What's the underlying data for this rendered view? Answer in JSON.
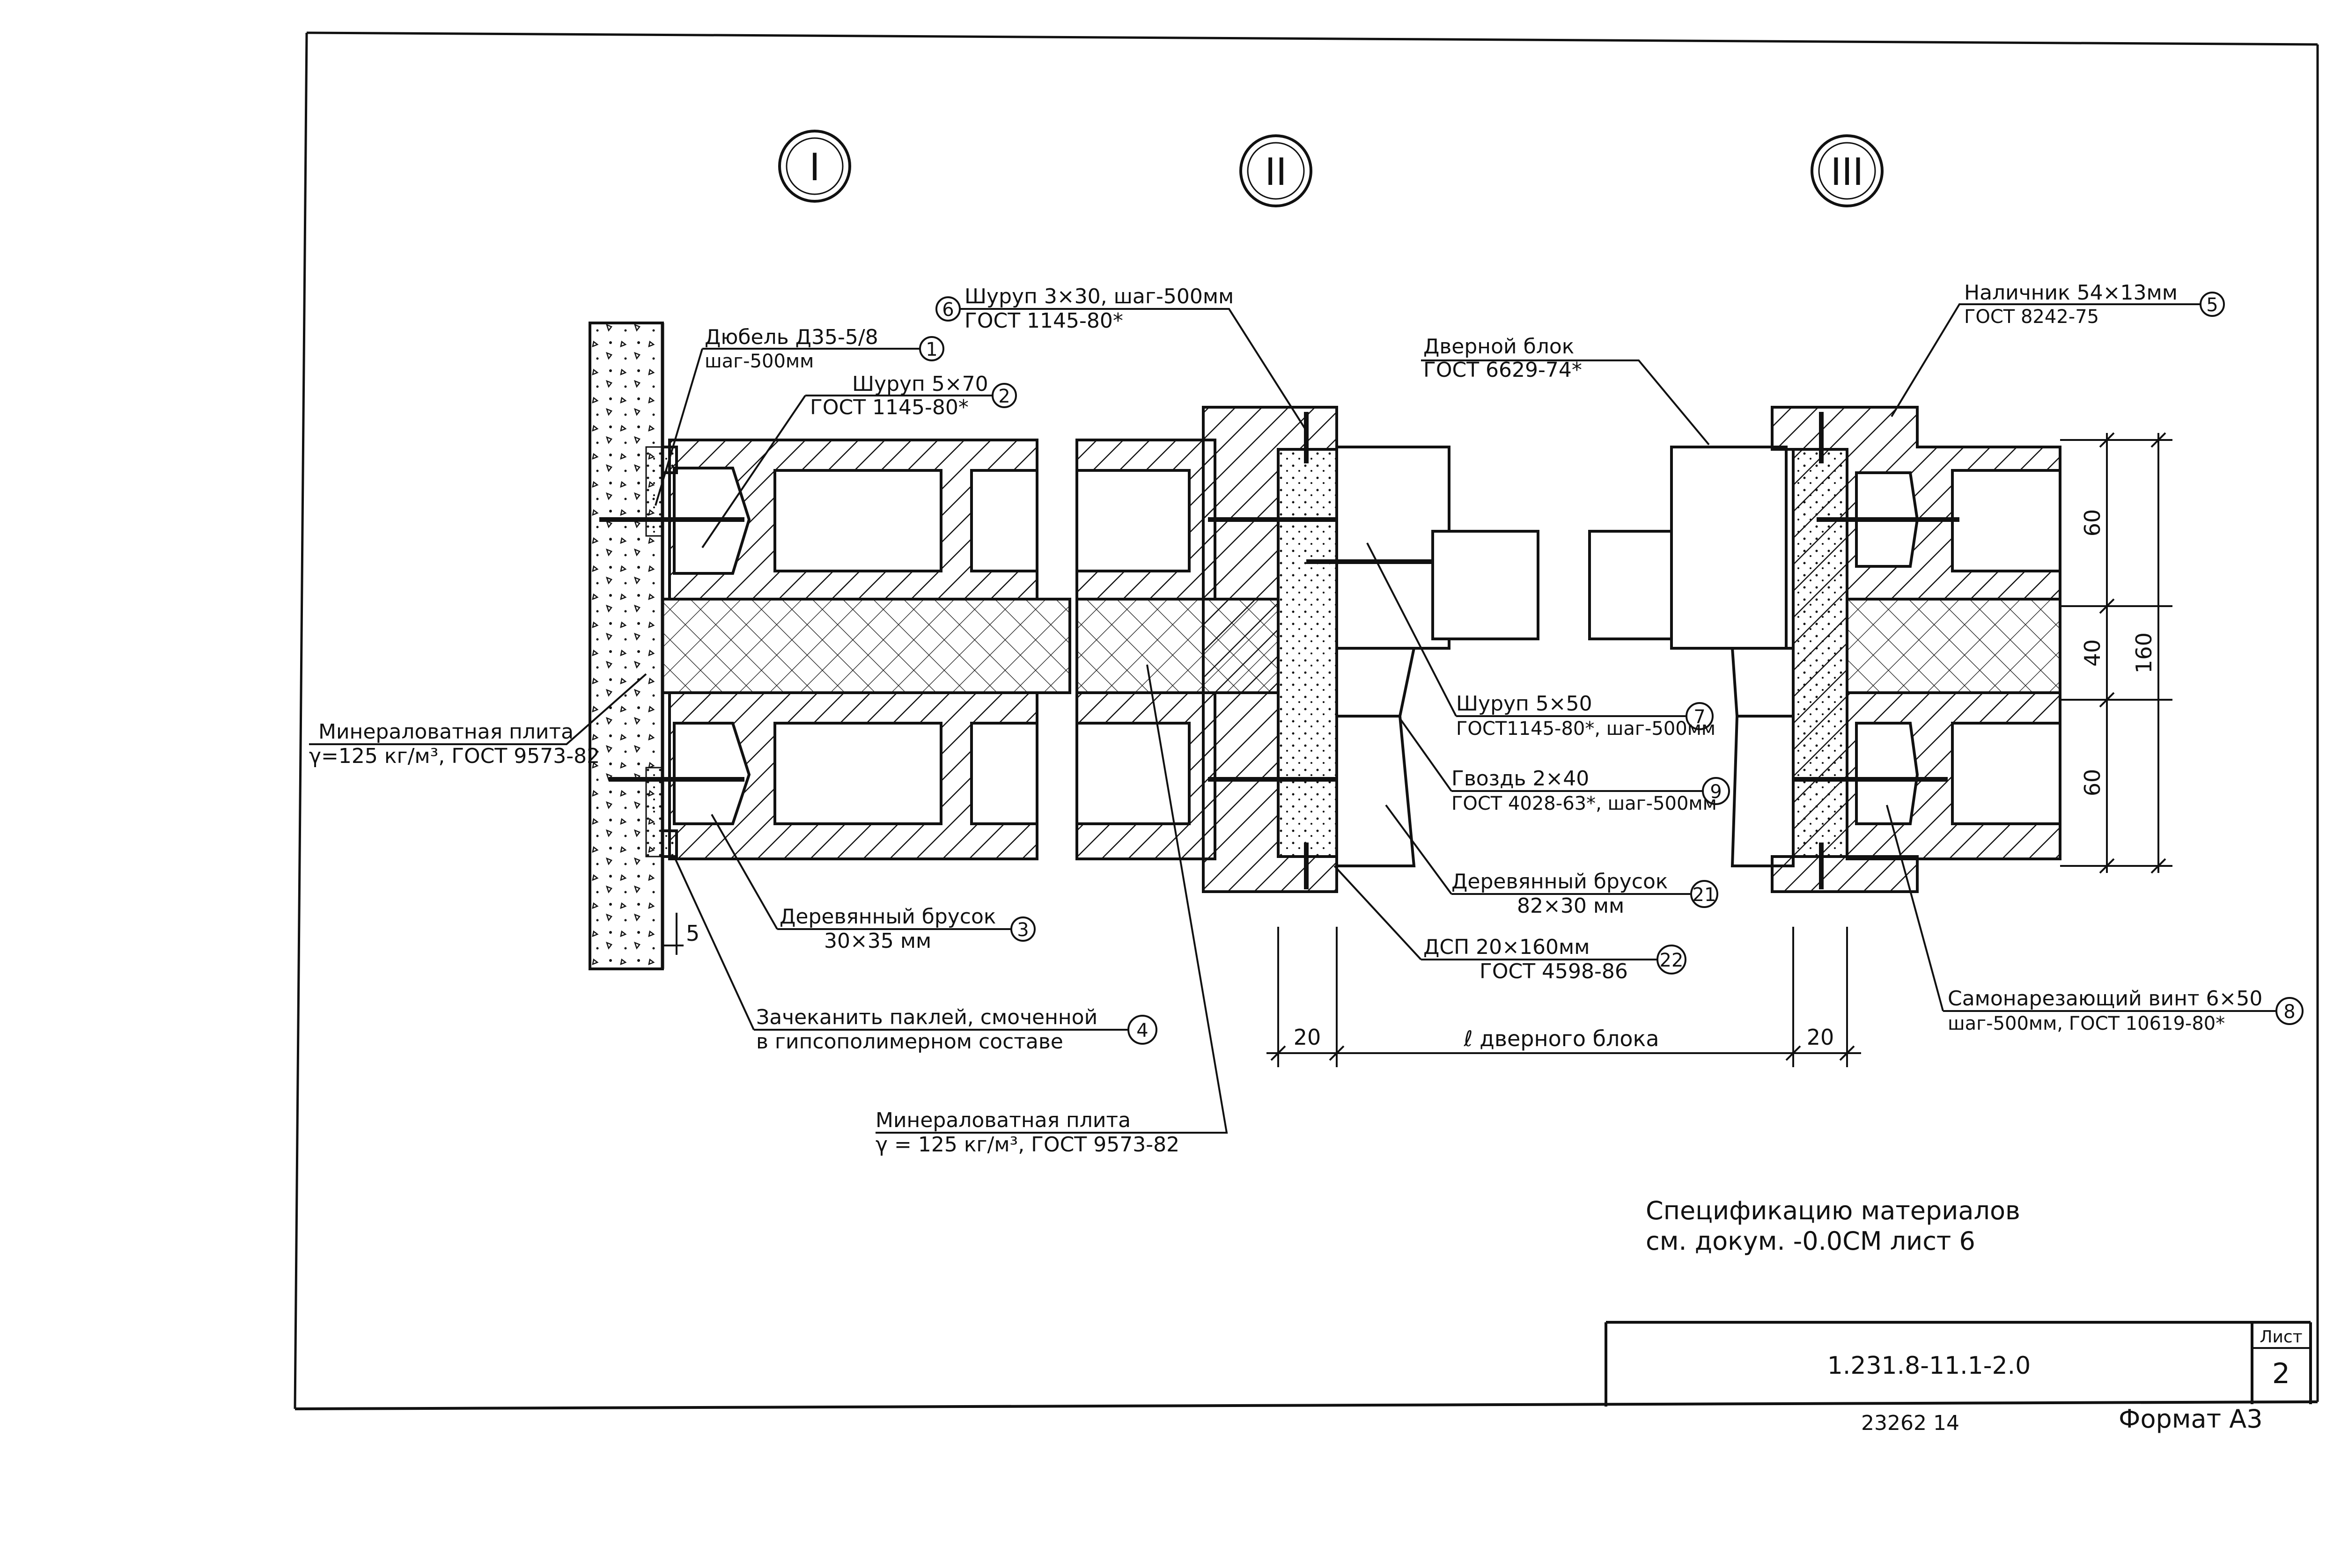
{
  "sections": [
    {
      "id": "section-1",
      "numeral": "I"
    },
    {
      "id": "section-2",
      "numeral": "II"
    },
    {
      "id": "section-3",
      "numeral": "III"
    }
  ],
  "callouts": {
    "c1": {
      "num": "1",
      "line1": "Дюбель Д35-5/8",
      "line2": "шаг-500мм"
    },
    "c2": {
      "num": "2",
      "line1": "Шуруп 5×70",
      "line2": "ГОСТ 1145-80*"
    },
    "c6": {
      "num": "6",
      "line1": "Шуруп 3×30, шаг-500мм",
      "line2": "ГОСТ 1145-80*"
    },
    "c5": {
      "num": "5",
      "line1": "Наличник 54×13мм",
      "line2": "ГОСТ 8242-75"
    },
    "door": {
      "line1": "Дверной блок",
      "line2": "ГОСТ 6629-74*"
    },
    "c7": {
      "num": "7",
      "line1": "Шуруп 5×50",
      "line2": "ГОСТ1145-80*, шаг-500мм"
    },
    "c9": {
      "num": "9",
      "line1": "Гвоздь 2×40",
      "line2": "ГОСТ 4028-63*, шаг-500мм"
    },
    "c21": {
      "num": "21",
      "line1": "Деревянный брусок",
      "line2": "82×30 мм"
    },
    "c22": {
      "num": "22",
      "line1": "ДСП 20×160мм",
      "line2": "ГОСТ 4598-86"
    },
    "c3": {
      "num": "3",
      "line1": "Деревянный брусок",
      "line2": "30×35 мм"
    },
    "c4": {
      "num": "4",
      "line1": "Зачеканить паклей, смоченной",
      "line2": "в гипсополимерном составе"
    },
    "mineral_left": {
      "line1": "Минераловатная плита",
      "line2": "γ=125 кг/м³, ГОСТ 9573-82"
    },
    "mineral_bottom": {
      "line1": "Минераловатная плита",
      "line2": "γ = 125 кг/м³, ГОСТ 9573-82"
    },
    "c8": {
      "num": "8",
      "line1": "Самонарезающий винт 6×50",
      "line2": "шаг-500мм, ГОСТ 10619-80*"
    }
  },
  "dimensions": {
    "left_gap": "5",
    "frame_width_left": "20",
    "door_block_length": "ℓ дверного блока",
    "frame_width_right": "20",
    "height_top": "60",
    "height_middle": "40",
    "height_bottom": "60",
    "height_total": "160"
  },
  "notes": {
    "spec_line1": "Спецификацию   материалов",
    "spec_line2": "см. докум. -0.0СМ лист 6"
  },
  "title_block": {
    "doc_code": "1.231.8-11.1-2.0",
    "sheet_label": "Лист",
    "sheet_number": "2"
  },
  "footer": {
    "inventory": "23262  14",
    "format": "Формат А3"
  },
  "colors": {
    "ink": "#111111",
    "paper": "#ffffff"
  }
}
